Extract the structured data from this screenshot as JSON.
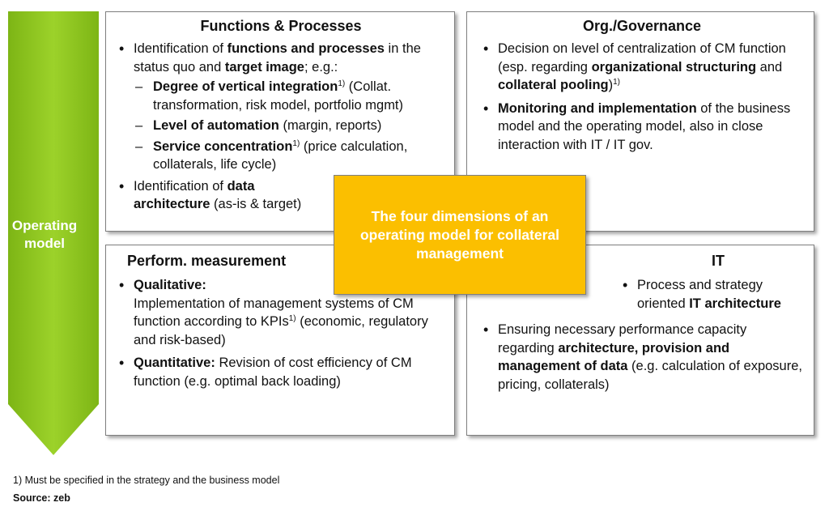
{
  "operating_model": {
    "label": "Operating model"
  },
  "center": {
    "text": "The four dimensions of an operating model for collateral management"
  },
  "functions": {
    "title": "Functions & Processes",
    "b1_a": "Identification of ",
    "b1_b": "functions and processes",
    "b1_c": " in the status quo and ",
    "b1_d": "target image",
    "b1_e": "; e.g.:",
    "s1_a": "Degree of vertical integration",
    "s1_sup": "1)",
    "s1_b": " (Collat. transformation, risk model, portfolio mgmt)",
    "s2_a": "Level of automation",
    "s2_b": " (margin, reports)",
    "s3_a": "Service concentration",
    "s3_sup": "1)",
    "s3_b": " (price calculation, collaterals, life cycle)",
    "b2_a": "Identification of ",
    "b2_b": "data architecture",
    "b2_c": " (as-is & target)"
  },
  "org": {
    "title": "Org./Governance",
    "b1_a": "Decision on level of centralization of CM function (esp. regarding ",
    "b1_b": "organizational structuring",
    "b1_c": " and ",
    "b1_d": "collateral pooling",
    "b1_e": ")",
    "b1_sup": "1)",
    "b2_a": "Monitoring and implementation",
    "b2_b": " of the business model and the operating model, also in close interaction with IT / IT gov."
  },
  "perf": {
    "title": "Perform. measurement",
    "b1_a": "Qualitative:",
    "b1_b": "Implementation of management systems of CM function according to KPIs",
    "b1_sup": "1)",
    "b1_c": "  (economic, regulatory and risk-based)",
    "b2_a": "Quantitative:",
    "b2_b": " Revision of cost efficiency of CM function (e.g. optimal back loading)"
  },
  "it": {
    "title": "IT",
    "b1_a": "Process and strategy oriented ",
    "b1_b": "IT architecture",
    "b2_a": "Ensuring necessary performance capacity regarding ",
    "b2_b": "architecture, provision and management of data",
    "b2_c": " (e.g. calculation of exposure, pricing, collaterals)"
  },
  "footer": {
    "note": "1) Must be specified in the strategy and the business model",
    "source": "Source: zeb"
  },
  "colors": {
    "arrow": "#8cc21a",
    "center": "#fbbf00"
  }
}
